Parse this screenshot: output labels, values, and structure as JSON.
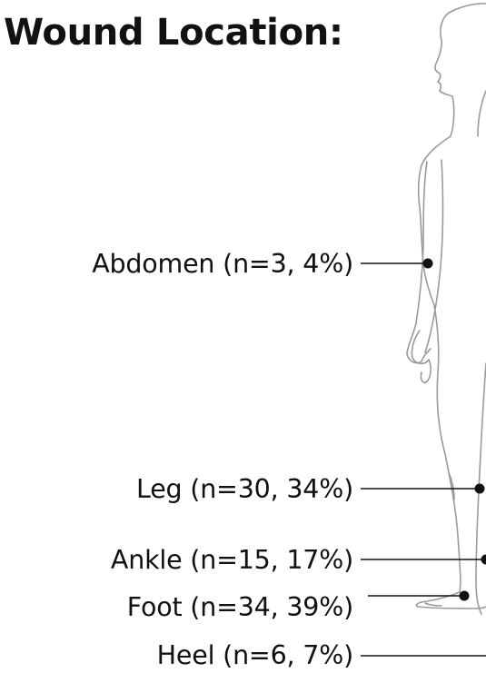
{
  "title": "Wound Location:",
  "locations": [
    {
      "label": "Abdomen (n=3, 4%)",
      "site": "Abdomen",
      "n": 3,
      "percent": 4
    },
    {
      "label": "Leg (n=30, 34%)",
      "site": "Leg",
      "n": 30,
      "percent": 34
    },
    {
      "label": "Ankle (n=15, 17%)",
      "site": "Ankle",
      "n": 15,
      "percent": 17
    },
    {
      "label": "Foot (n=34, 39%)",
      "site": "Foot",
      "n": 34,
      "percent": 39
    },
    {
      "label": "Heel (n=6, 7%)",
      "site": "Heel",
      "n": 6,
      "percent": 7
    }
  ],
  "colors": {
    "text": "#111111",
    "leader": "#111111",
    "silhouette_stroke": "#9a9a9a",
    "silhouette_fill": "#ffffff"
  }
}
